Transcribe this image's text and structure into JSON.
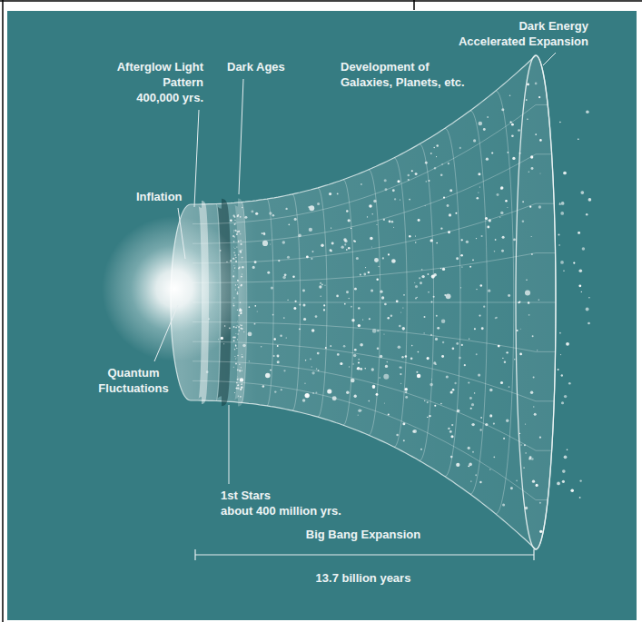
{
  "diagram": {
    "labels": [
      "Dark Energy Accelerated Expansion",
      "Afterglow Light Pattern 400,000 yrs.",
      "Dark Ages",
      "Development of Galaxies, Planets, etc.",
      "Inflation",
      "Quantum Fluctuations",
      "1st Stars about 400 million yrs.",
      "Big Bang Expansion",
      "13.7 billion years"
    ]
  }
}
